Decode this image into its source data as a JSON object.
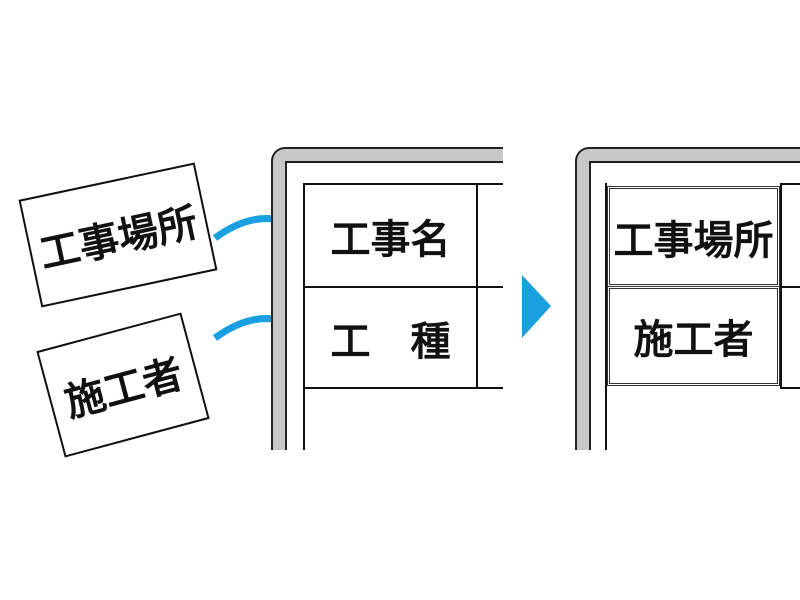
{
  "stickers": [
    {
      "label": "工事場所"
    },
    {
      "label": "施工者"
    }
  ],
  "before_board": {
    "rows": [
      {
        "label": "工事名"
      },
      {
        "label": "工　種"
      }
    ]
  },
  "after_board": {
    "rows": [
      {
        "label": "工事場所"
      },
      {
        "label": "施工者"
      }
    ]
  },
  "colors": {
    "accent": "#1a9fe0",
    "frame": "#c8c8c8"
  }
}
